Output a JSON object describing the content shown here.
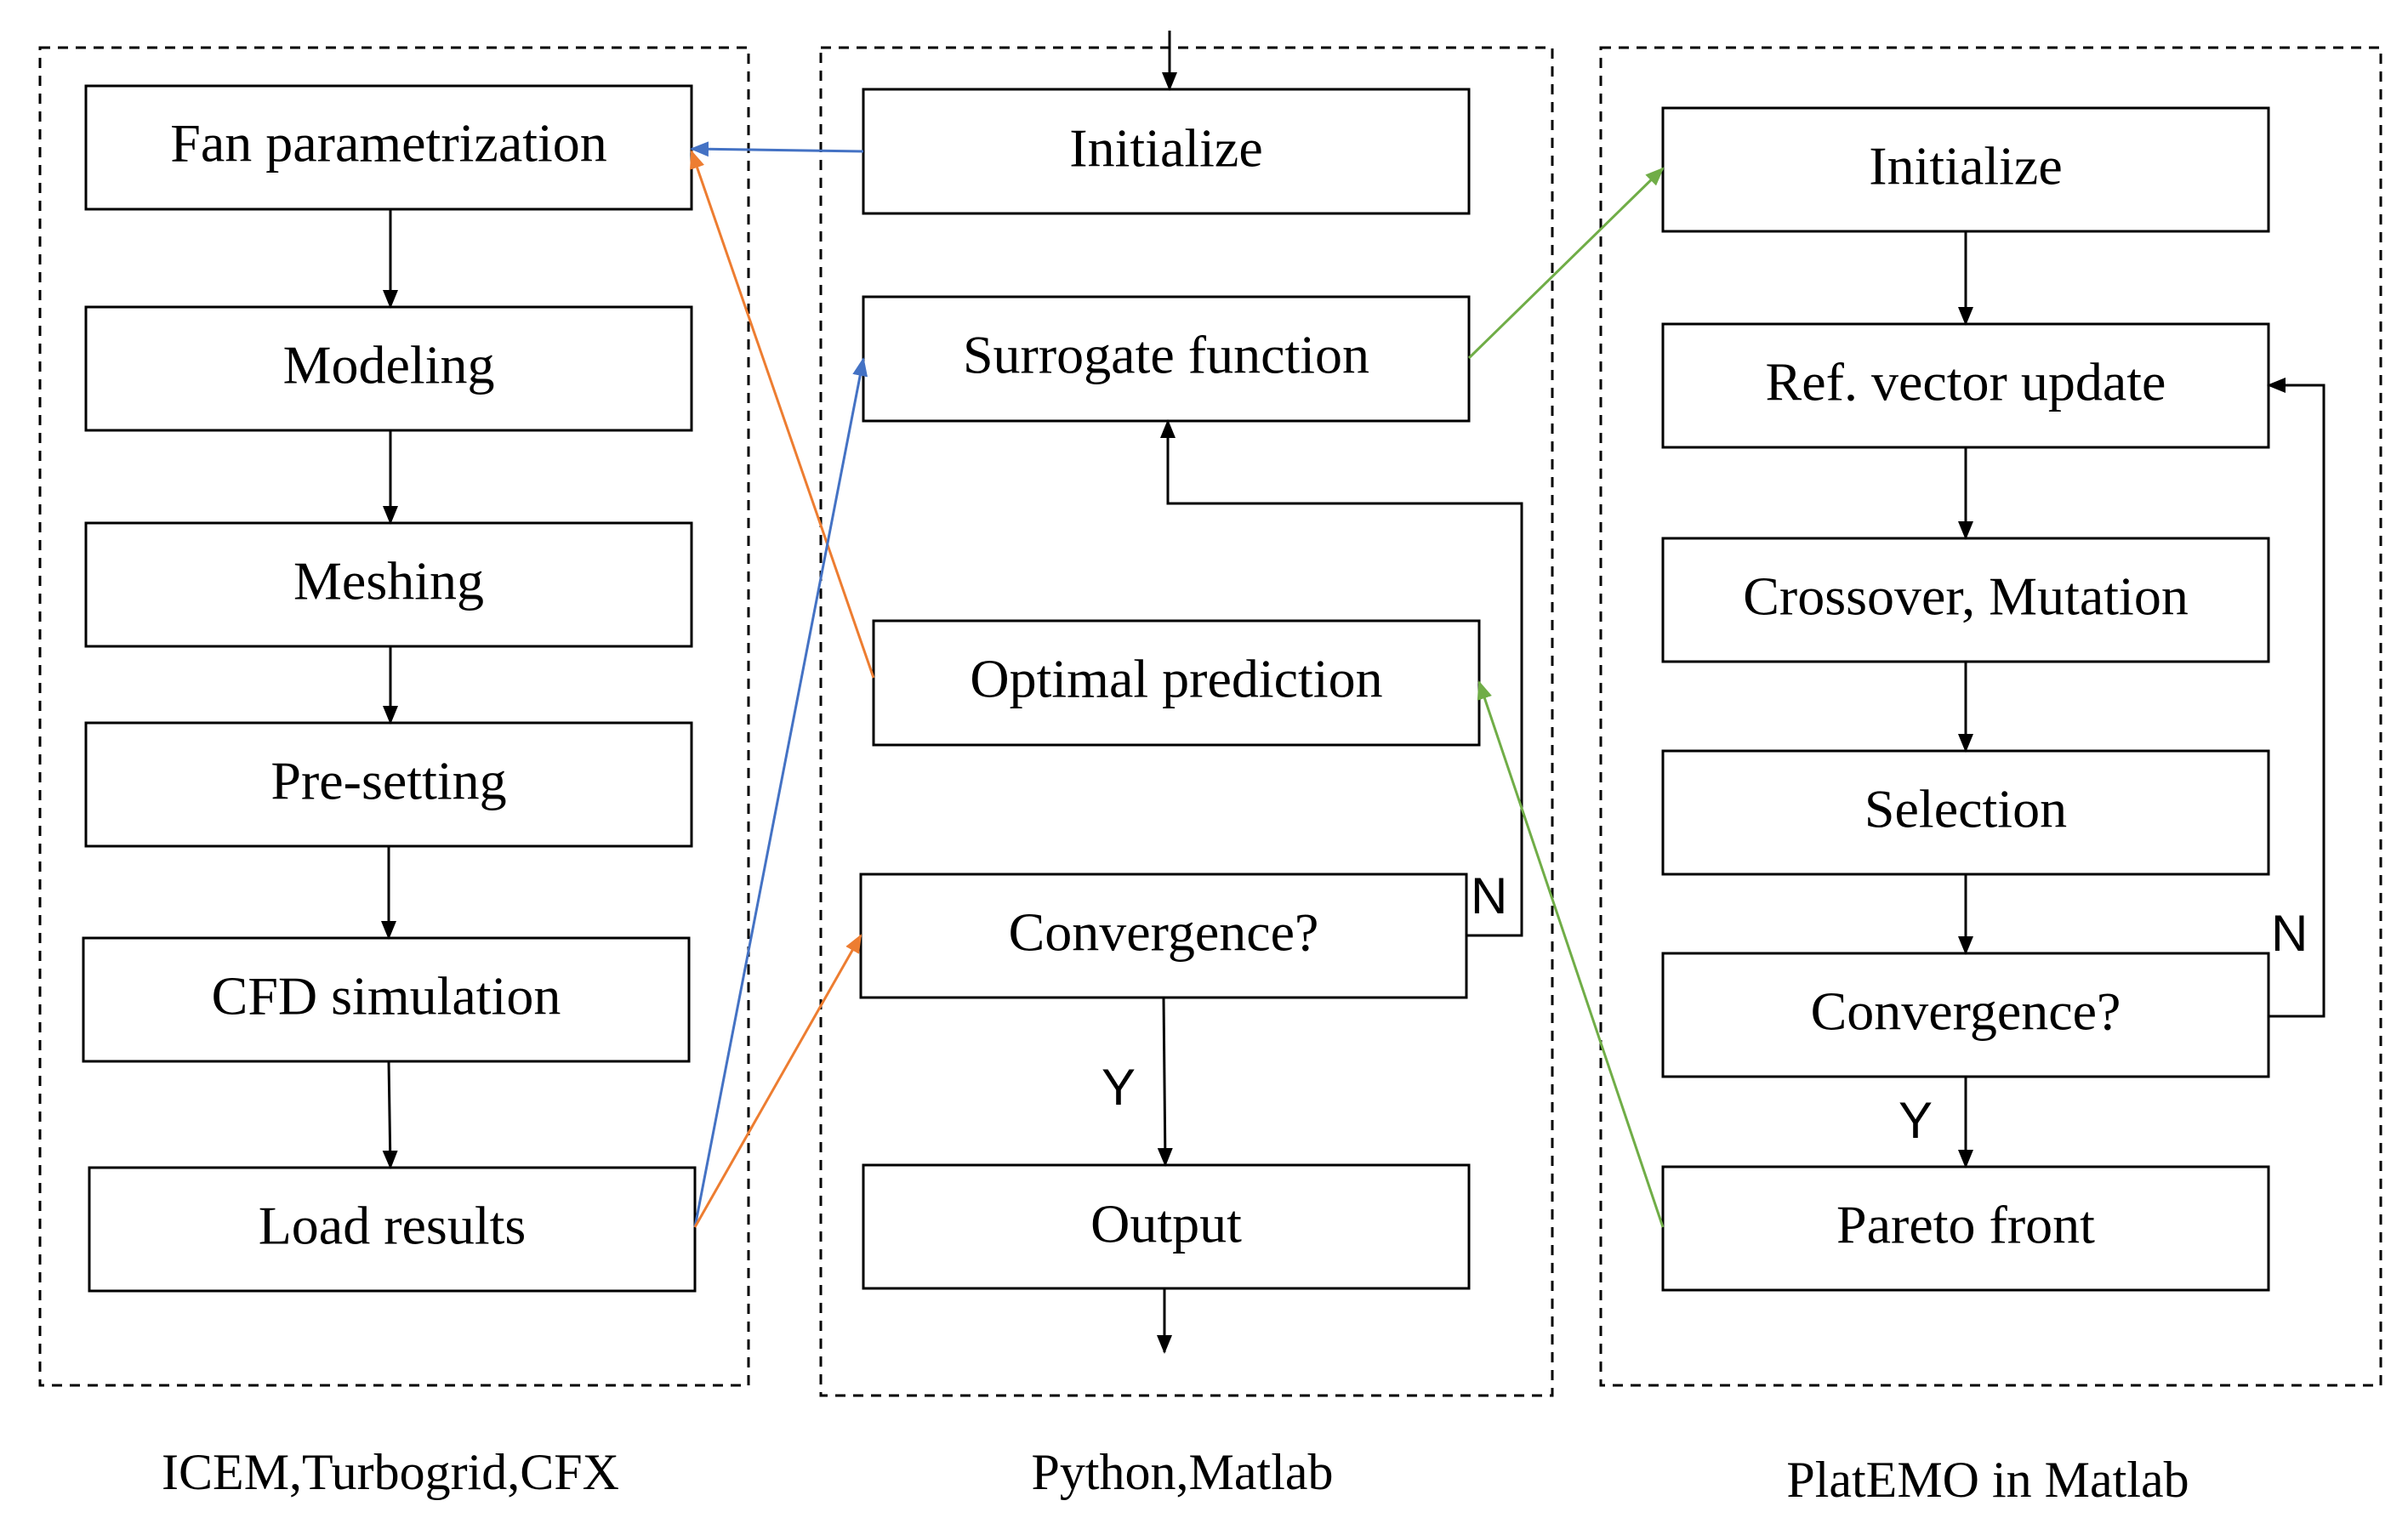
{
  "groups": {
    "left": {
      "caption": "ICEM,Turbogrid,CFX",
      "steps": {
        "fan_param": "Fan parametrization",
        "modeling": "Modeling",
        "meshing": "Meshing",
        "presetting": "Pre-setting",
        "cfd": "CFD simulation",
        "load": "Load results"
      }
    },
    "middle": {
      "caption": "Python,Matlab",
      "steps": {
        "initialize": "Initialize",
        "surrogate": "Surrogate function",
        "optimal": "Optimal prediction",
        "convergence": "Convergence?",
        "output": "Output"
      },
      "branch_no": "N",
      "branch_yes": "Y"
    },
    "right": {
      "caption": "PlatEMO in Matlab",
      "steps": {
        "initialize": "Initialize",
        "refvec": "Ref. vector update",
        "crossover": "Crossover, Mutation",
        "selection": "Selection",
        "convergence": "Convergence?",
        "pareto": "Pareto front"
      },
      "branch_no": "N",
      "branch_yes": "Y"
    }
  },
  "colors": {
    "blue_link": "#4472c4",
    "orange_link": "#ed7d31",
    "green_link": "#70ad47"
  }
}
